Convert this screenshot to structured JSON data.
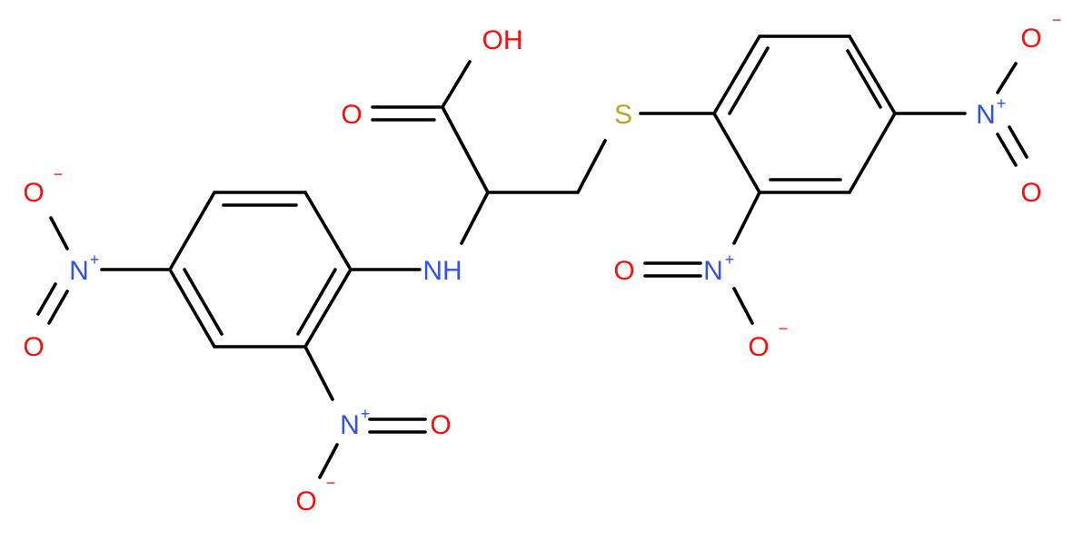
{
  "molecule": {
    "colors": {
      "oxygen": "#ff0d0d",
      "nitrogen": "#3050f8",
      "sulfur": "#b8a330",
      "bond": "#000000"
    },
    "labels": {
      "oh": "OH",
      "o_carbonyl": "O",
      "nh": "NH",
      "s": "S",
      "o": "O",
      "n": "N",
      "plus": "+",
      "minus": "−"
    }
  }
}
